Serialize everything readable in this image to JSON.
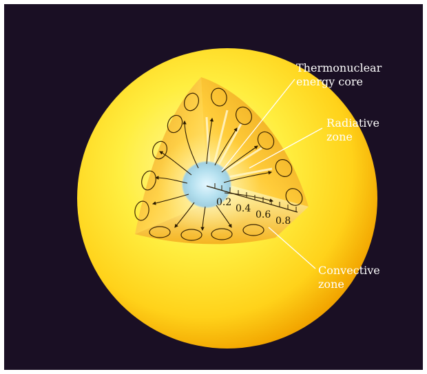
{
  "labels": {
    "core": [
      "Thermonuclear",
      "energy core"
    ],
    "radiative": [
      "Radiative",
      "zone"
    ],
    "convective": [
      "Convective",
      "zone"
    ]
  },
  "scale_ticks": [
    "0.2",
    "0.4",
    "0.6",
    "0.8"
  ],
  "colors": {
    "background": "#1a0f24",
    "sun_outer": "#f2a500",
    "sun_inner": "#fff45a",
    "core": "#a8d6e6",
    "label": "#ffffff"
  }
}
